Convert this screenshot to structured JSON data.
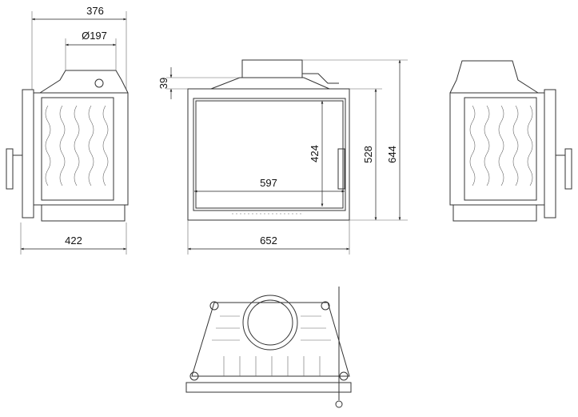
{
  "dimensions": {
    "side_depth": "376",
    "flue_diameter": "Ø197",
    "side_total_depth": "422",
    "top_offset": "39",
    "front_width": "652",
    "glass_width": "597",
    "glass_height": "424",
    "body_height": "528",
    "total_height": "644"
  },
  "colors": {
    "line": "#333333",
    "background": "#ffffff"
  }
}
